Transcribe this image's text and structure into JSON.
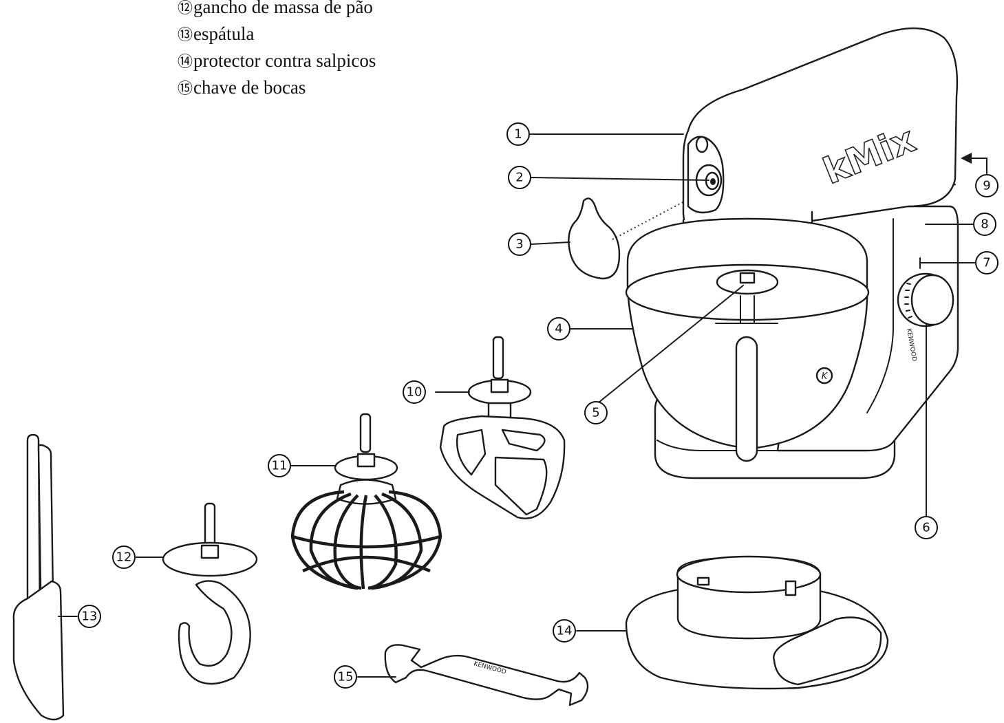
{
  "legend": [
    {
      "num": "⑫",
      "label": "gancho de massa de pão"
    },
    {
      "num": "⑬",
      "label": "espátula"
    },
    {
      "num": "⑭",
      "label": "protector contra salpicos"
    },
    {
      "num": "⑮",
      "label": "chave de bocas"
    }
  ],
  "brand_text": "kMix",
  "wrench_text": "KENWOOD",
  "knob_text": "KENWOOD",
  "bowl_logo": "K",
  "callouts": [
    "1",
    "2",
    "3",
    "4",
    "5",
    "6",
    "7",
    "8",
    "9",
    "10",
    "11",
    "12",
    "13",
    "14",
    "15"
  ]
}
